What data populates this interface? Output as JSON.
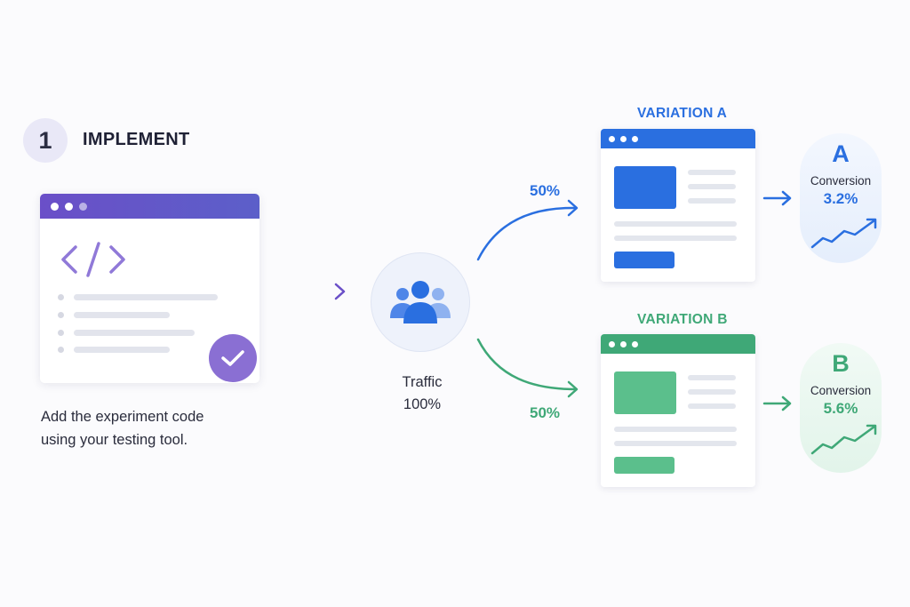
{
  "step": {
    "number": "1",
    "title": "IMPLEMENT"
  },
  "description": {
    "line1": "Add the experiment code",
    "line2": "using your testing tool."
  },
  "traffic": {
    "label": "Traffic",
    "percent": "100%"
  },
  "variation_a": {
    "title": "VARIATION A",
    "split": "50%",
    "letter": "A",
    "metric_label": "Conversion",
    "metric_value": "3.2%"
  },
  "variation_b": {
    "title": "VARIATION B",
    "split": "50%",
    "letter": "B",
    "metric_label": "Conversion",
    "metric_value": "5.6%"
  },
  "colors": {
    "purple": "#6a4fc8",
    "blue": "#2a6fe0",
    "green": "#3fa877",
    "text": "#2a2c3c"
  },
  "icons": {
    "code": "code-brackets-icon",
    "check": "check-icon",
    "users": "users-group-icon",
    "trend": "trend-up-icon"
  }
}
